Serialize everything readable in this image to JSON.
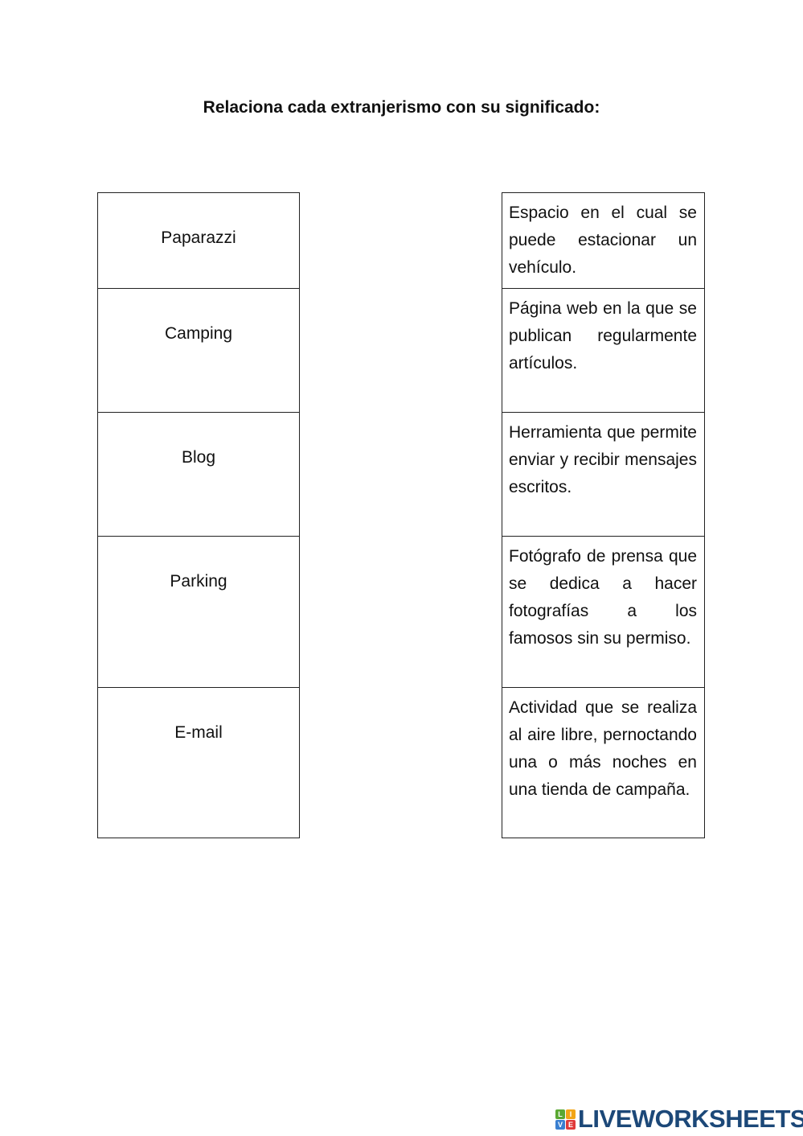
{
  "title": "Relaciona cada extranjerismo con su significado:",
  "terms": [
    "Paparazzi",
    "Camping",
    "Blog",
    "Parking",
    "E-mail"
  ],
  "definitions": [
    "Espacio en el cual se puede estacionar un vehículo.",
    "Página web en la que se publican regularmente artículos.",
    "Herramienta que permite enviar y recibir mensajes escritos.",
    "Fotógrafo de prensa que se dedica a hacer fotografías a los famosos sin su permiso.",
    "Actividad que se realiza al aire libre, pernoctando una o más noches en una tienda de campaña."
  ],
  "logo": {
    "letters": [
      "L",
      "I",
      "V",
      "E"
    ],
    "text": "LIVEWORKSHEETS",
    "colors": [
      "#5aa832",
      "#f2a516",
      "#3a7fd0",
      "#e03a3a"
    ],
    "text_color": "#1c4878"
  }
}
